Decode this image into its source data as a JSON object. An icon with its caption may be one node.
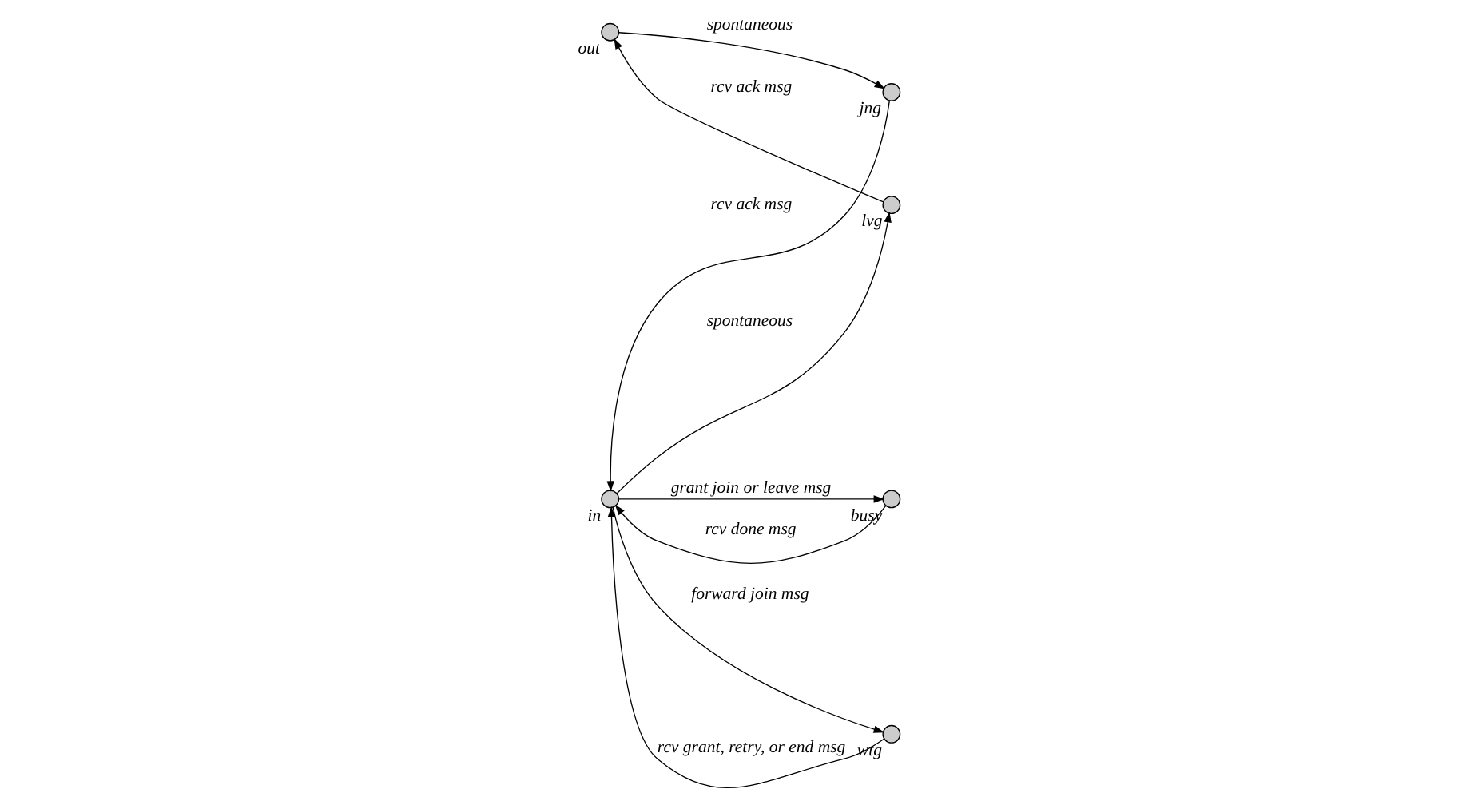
{
  "diagram": {
    "nodes": [
      {
        "text": [
          "out"
        ]
      },
      {
        "text": [
          "jng"
        ]
      },
      {
        "text": [
          "lvg"
        ]
      },
      {
        "text": [
          "wtg"
        ]
      },
      {
        "text": [
          "in"
        ]
      },
      {
        "text": [
          "busy"
        ]
      }
    ],
    "edges": [
      {
        "from": 0,
        "to": 1,
        "arrow": "to",
        "label": "spontaneous"
      },
      {
        "from": 2,
        "to": 0,
        "arrow": "to",
        "label": "rcv ack msg"
      },
      {
        "from": 1,
        "to": 4,
        "arrow": "to",
        "label": "rcv ack msg"
      },
      {
        "from": 4,
        "to": 2,
        "arrow": "to",
        "label": "spontaneous"
      },
      {
        "from": 4,
        "to": 3,
        "arrow": "to",
        "label": "forward join msg"
      },
      {
        "from": 3,
        "to": 4,
        "arrow": "to",
        "label": "rcv grant, retry, or end msg"
      },
      {
        "from": 4,
        "to": 5,
        "arrow": "to",
        "label": "grant join or leave msg"
      },
      {
        "from": 5,
        "to": 4,
        "arrow": "to",
        "label": "rcv done msg"
      }
    ]
  }
}
